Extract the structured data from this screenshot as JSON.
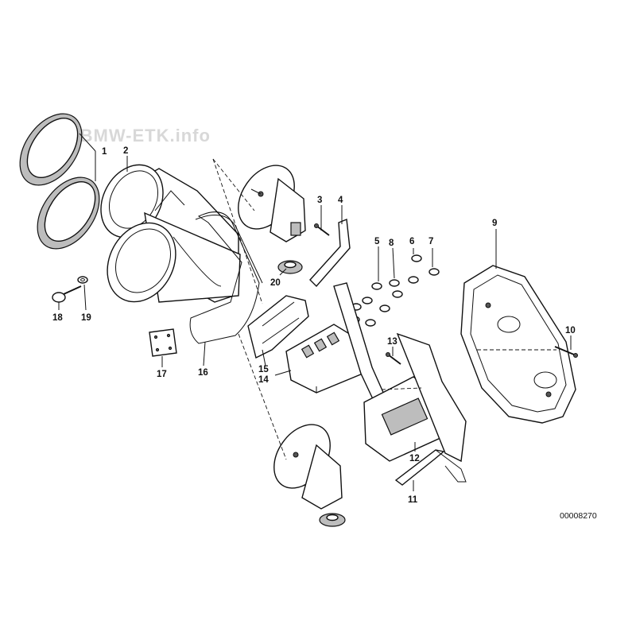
{
  "watermark": "www.BMW-ETK.info",
  "diagram_id": "00008270",
  "callouts": [
    {
      "id": "c1",
      "label": "1"
    },
    {
      "id": "c2",
      "label": "2"
    },
    {
      "id": "c3",
      "label": "3"
    },
    {
      "id": "c4",
      "label": "4"
    },
    {
      "id": "c5",
      "label": "5"
    },
    {
      "id": "c6",
      "label": "6"
    },
    {
      "id": "c7",
      "label": "7"
    },
    {
      "id": "c8",
      "label": "8"
    },
    {
      "id": "c9",
      "label": "9"
    },
    {
      "id": "c10",
      "label": "10"
    },
    {
      "id": "c11",
      "label": "11"
    },
    {
      "id": "c12",
      "label": "12"
    },
    {
      "id": "c13",
      "label": "13"
    },
    {
      "id": "c14",
      "label": "14"
    },
    {
      "id": "c15",
      "label": "15"
    },
    {
      "id": "c16",
      "label": "16"
    },
    {
      "id": "c17",
      "label": "17"
    },
    {
      "id": "c18",
      "label": "18"
    },
    {
      "id": "c19",
      "label": "19"
    },
    {
      "id": "c20",
      "label": "20"
    }
  ]
}
